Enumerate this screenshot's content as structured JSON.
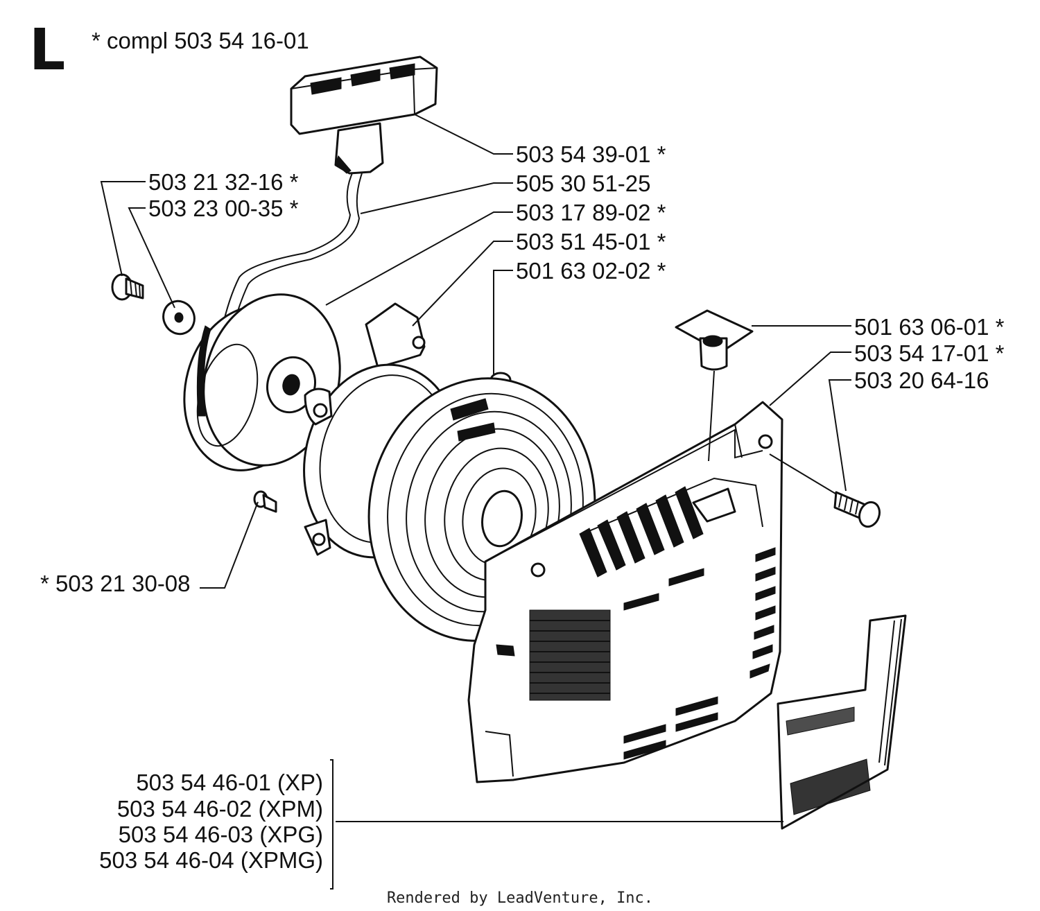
{
  "section_letter": "L",
  "header_note": "*  compl 503 54 16-01",
  "labels": {
    "start_handle": "503 54 39-01  *",
    "starter_rope": "505 30 51-25",
    "rope_pulley": "503 17 89-02  *",
    "spring_cassette": "503 51 45-01  *",
    "recoil_spring": "501 63 02-02  *",
    "center_screw": "503 21 32-16  *",
    "washer": "503 23 00-35  *",
    "cassette_screw": "*  503 21 30-08",
    "rope_guide": "501 63 06-01  *",
    "starter_housing": "503 54 17-01  *",
    "housing_screw": "503 20 64-16"
  },
  "decal_options": [
    "503 54 46-01 (XP)",
    "503 54 46-02 (XPM)",
    "503 54 46-03 (XPG)",
    "503 54 46-04 (XPMG)"
  ],
  "footer": "Rendered by LeadVenture, Inc."
}
